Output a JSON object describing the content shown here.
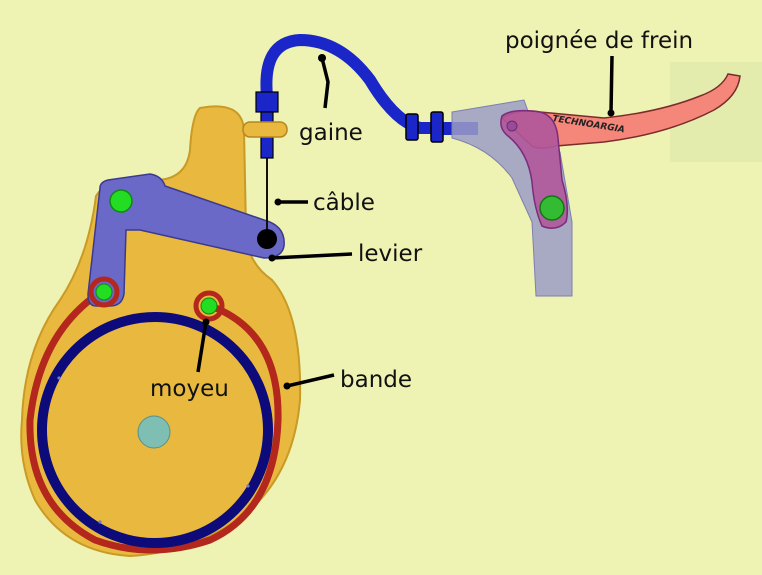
{
  "labels": {
    "lever_handle": "poignée de frein",
    "sheath": "gaine",
    "cable": "câble",
    "lever": "levier",
    "hub": "moyeu",
    "band": "bande"
  },
  "logo": "TECHNOARGIA",
  "colors": {
    "background": "#eef2b2",
    "housing": "#e8b93e",
    "band": "#b3271c",
    "drum": "#0d0a7a",
    "sheath": "#1a26c8",
    "lever_arm": "#6a69c8",
    "pivot": "#22dd22",
    "brake_lever": "#f5867a",
    "lever_mount": "#9b9cc4"
  }
}
